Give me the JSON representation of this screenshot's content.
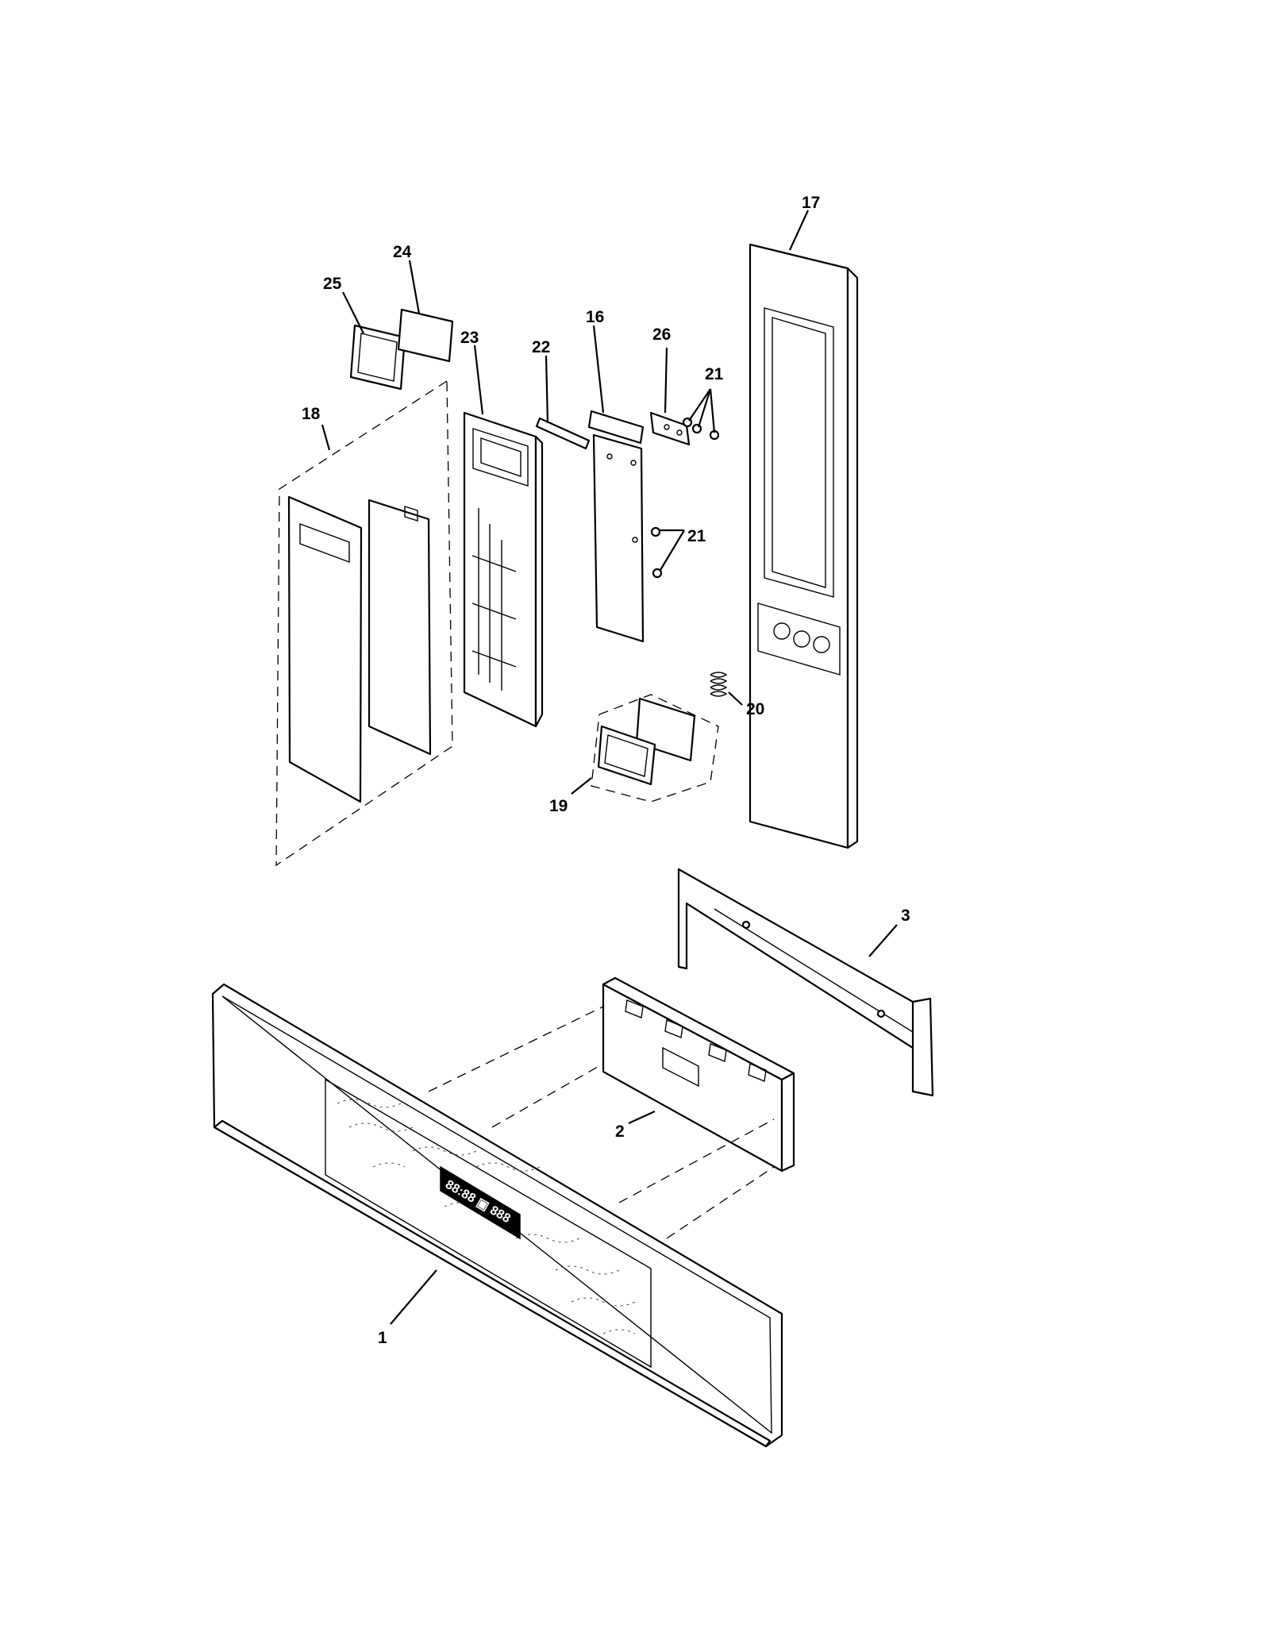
{
  "callouts": {
    "c1": "1",
    "c2": "2",
    "c3": "3",
    "c16": "16",
    "c17": "17",
    "c18": "18",
    "c19": "19",
    "c20": "20",
    "c21a": "21",
    "c21b": "21",
    "c22": "22",
    "c23": "23",
    "c24": "24",
    "c25": "25",
    "c26": "26"
  },
  "display_text": "88:88 ▣ 888"
}
